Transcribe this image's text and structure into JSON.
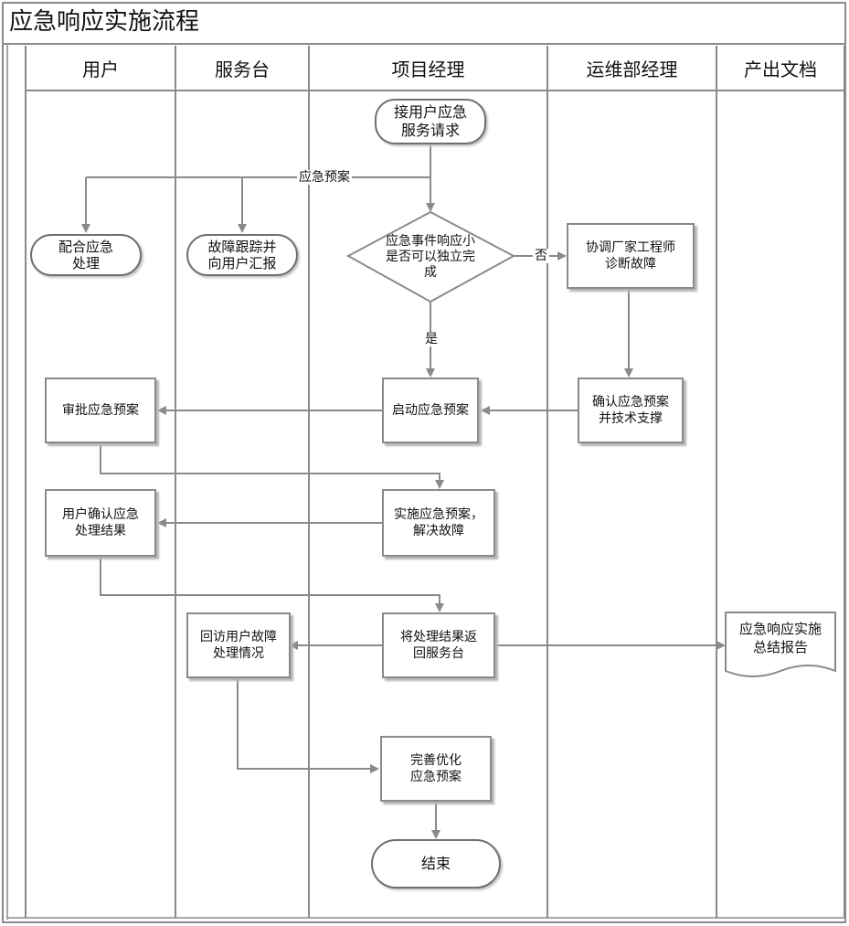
{
  "title": "应急响应实施流程",
  "lanes": [
    "用户",
    "服务台",
    "项目经理",
    "运维部经理",
    "产出文档"
  ],
  "nodes": {
    "start": "接用户应急\n服务请求",
    "decision": "应急事件响应小\n是否可以独立完\n成",
    "user_assist": "配合应急\n处理",
    "desk_track": "故障跟踪并\n向用户汇报",
    "coordinate": "协调厂家工程师\n诊断故障",
    "confirm_plan": "确认应急预案\n并技术支撑",
    "launch_plan": "启动应急预案",
    "approve_plan": "审批应急预案",
    "implement": "实施应急预案，\n解决故障",
    "user_confirm": "用户确认应急\n处理结果",
    "return_result": "将处理结果返\n回服务台",
    "revisit": "回访用户故障\n处理情况",
    "improve": "完善优化\n应急预案",
    "end": "结束",
    "report": "应急响应实施\n总结报告"
  },
  "edge_labels": {
    "plan": "应急预案",
    "no": "否",
    "yes": "是"
  },
  "colors": {
    "line": "#8a8a8a",
    "arrow": "#8a8a8a",
    "border": "#8a8a8a"
  }
}
